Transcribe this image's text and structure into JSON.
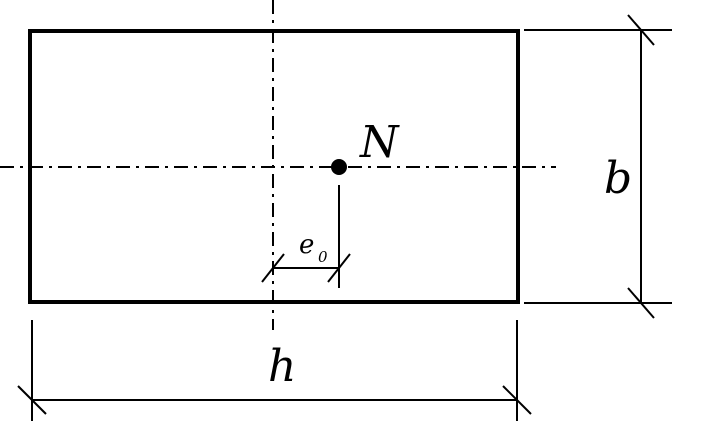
{
  "labels": {
    "load": "N",
    "eccentricity": "e",
    "eccentricity_subscript": "0",
    "width": "b",
    "height": "h"
  },
  "colors": {
    "stroke": "#000000",
    "background": "#ffffff"
  }
}
